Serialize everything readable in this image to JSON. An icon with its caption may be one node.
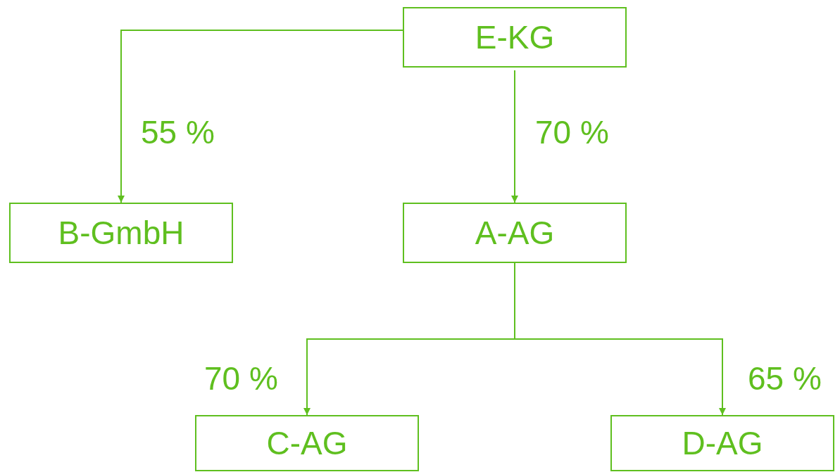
{
  "diagram": {
    "nodes": [
      {
        "text": [
          "E-KG"
        ]
      },
      {
        "text": [
          "B-GmbH"
        ]
      },
      {
        "text": [
          "A-AG"
        ]
      },
      {
        "text": [
          "C-AG"
        ]
      },
      {
        "text": [
          "D-AG"
        ]
      }
    ],
    "edges": [
      {
        "from": 0,
        "to": 1,
        "arrow": "to",
        "label": "55 %"
      },
      {
        "from": 0,
        "to": 2,
        "arrow": "to",
        "label": "70 %"
      },
      {
        "from": 2,
        "to": 3,
        "arrow": "to",
        "label": "70 %"
      },
      {
        "from": 2,
        "to": 4,
        "arrow": "to",
        "label": "65 %"
      }
    ]
  }
}
